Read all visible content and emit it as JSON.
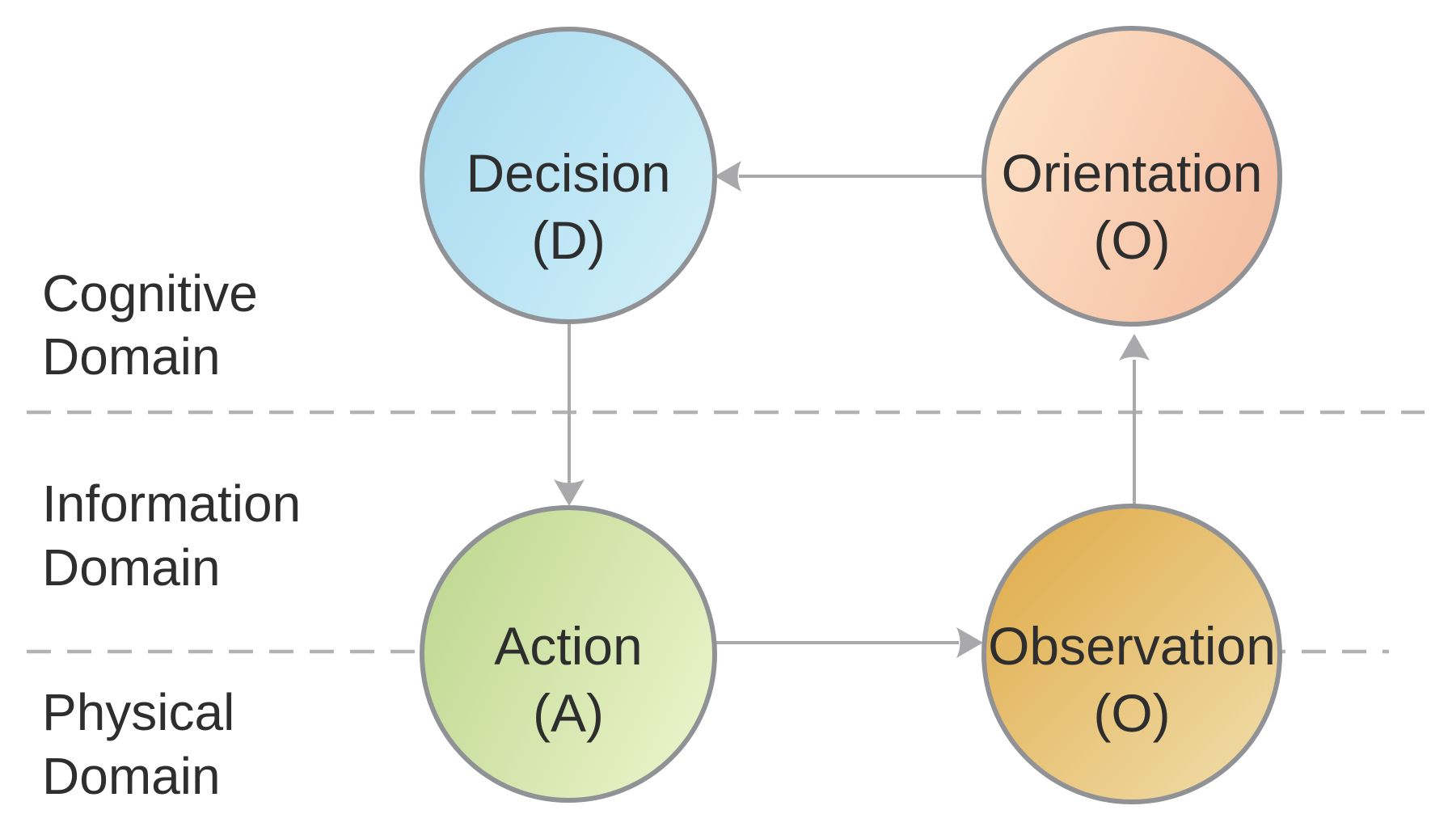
{
  "nodes": {
    "decision": {
      "label": "Decision",
      "abbr": "(D)"
    },
    "orientation": {
      "label": "Orientation",
      "abbr": "(O)"
    },
    "action": {
      "label": "Action",
      "abbr": "(A)"
    },
    "observation": {
      "label": "Observation",
      "abbr": "(O)"
    }
  },
  "domains": {
    "cognitive": {
      "line1": "Cognitive",
      "line2": "Domain"
    },
    "information": {
      "line1": "Information",
      "line2": "Domain"
    },
    "physical": {
      "line1": "Physical",
      "line2": "Domain"
    }
  },
  "edges": [
    {
      "from": "Orientation",
      "to": "Decision",
      "direction": "left"
    },
    {
      "from": "Decision",
      "to": "Action",
      "direction": "down"
    },
    {
      "from": "Action",
      "to": "Observation",
      "direction": "right"
    },
    {
      "from": "Observation",
      "to": "Orientation",
      "direction": "up"
    }
  ],
  "colors": {
    "decision_fill_start": "#a6d9ee",
    "decision_fill_end": "#ccedf8",
    "orientation_fill_start": "#fde3c8",
    "orientation_fill_end": "#f6c2a6",
    "action_fill_start": "#bcd78e",
    "action_fill_end": "#e9f1c6",
    "observation_fill_start": "#dfa945",
    "observation_fill_end": "#f1dfae",
    "circle_border": "#909296",
    "arrow": "#a9a9ab",
    "dash": "#b2b2b4",
    "text": "#2e2e2e",
    "background": "#ffffff"
  }
}
